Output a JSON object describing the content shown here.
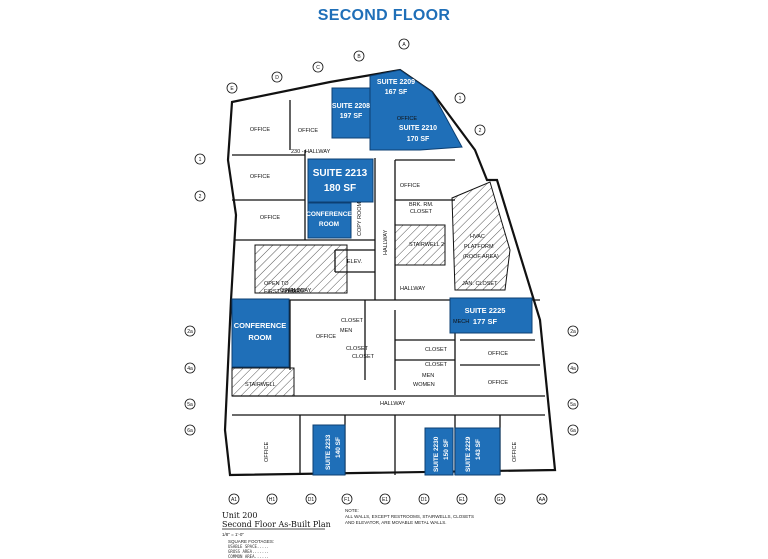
{
  "title": "SECOND FLOOR",
  "colors": {
    "suite_fill": "#1f6fb8",
    "title": "#1f6fb8",
    "wall": "#111111",
    "hatch": "#555555"
  },
  "suites": {
    "s2209": {
      "name": "SUITE 2209",
      "area": "167 SF"
    },
    "s2208": {
      "name": "SUITE 2208",
      "area": "197 SF"
    },
    "s2210": {
      "name": "SUITE 2210",
      "area": "170 SF"
    },
    "s2213": {
      "name": "SUITE 2213",
      "area": "180 SF"
    },
    "s2225": {
      "name": "SUITE 2225",
      "area": "177 SF"
    },
    "s2233": {
      "name": "SUITE 2233",
      "area": "140 SF"
    },
    "s2230": {
      "name": "SUITE 2230",
      "area": "150 SF"
    },
    "s2229": {
      "name": "SUITE 2229",
      "area": "143 SF"
    },
    "conf1": {
      "line1": "CONFERENCE",
      "line2": "ROOM"
    },
    "conf2": {
      "line1": "CONFERENCE",
      "line2": "ROOM"
    }
  },
  "rooms": {
    "office": "OFFICE",
    "hallway": "HALLWAY",
    "hallway_230": "230 - HALLWAY",
    "closet": "CLOSET",
    "copy_room": "COPY ROOM",
    "brk_rm": "BRK. RM.",
    "stairwell": "STAIRWELL",
    "stairwell_2": "STAIRWELL 2",
    "hvac1": "HVAC",
    "hvac2": "PLATFORM",
    "hvac3": "(ROOF AREA)",
    "jan_closet": "JAN. CLOSET",
    "elev": "ELEV.",
    "open1": "OPEN TO",
    "open2": "FIRST FLOOR",
    "men": "MEN",
    "women": "WOMEN",
    "mech": "MECH"
  },
  "grid_bubbles": {
    "top": [
      "A",
      "B",
      "C",
      "D",
      "E"
    ],
    "right": [
      "1",
      "2"
    ],
    "left": [
      "1",
      "2"
    ],
    "side": [
      "2a",
      "4a",
      "5a",
      "6a"
    ],
    "bottom": [
      "A1",
      "H1",
      "D1",
      "F1",
      "E1",
      "D1",
      "E1",
      "G1",
      "AA"
    ]
  },
  "unit_block": {
    "line1": "Unit 200",
    "line2": "Second Floor As-Built Plan",
    "scale": "1/8\" = 1'-0\"",
    "footage_title": "SQUARE FOOTAGES:",
    "usable": "USABLE SPACE.....",
    "gross": "GROSS AREA.......",
    "common": "COMMON AREA......"
  },
  "note": {
    "title": "NOTE:",
    "line1": "ALL WALLS, EXCEPT RESTROOMS, STAIRWELLS, CLOSETS",
    "line2": "AND ELEVATOR, ARE MOVABLE METAL WALLS."
  }
}
